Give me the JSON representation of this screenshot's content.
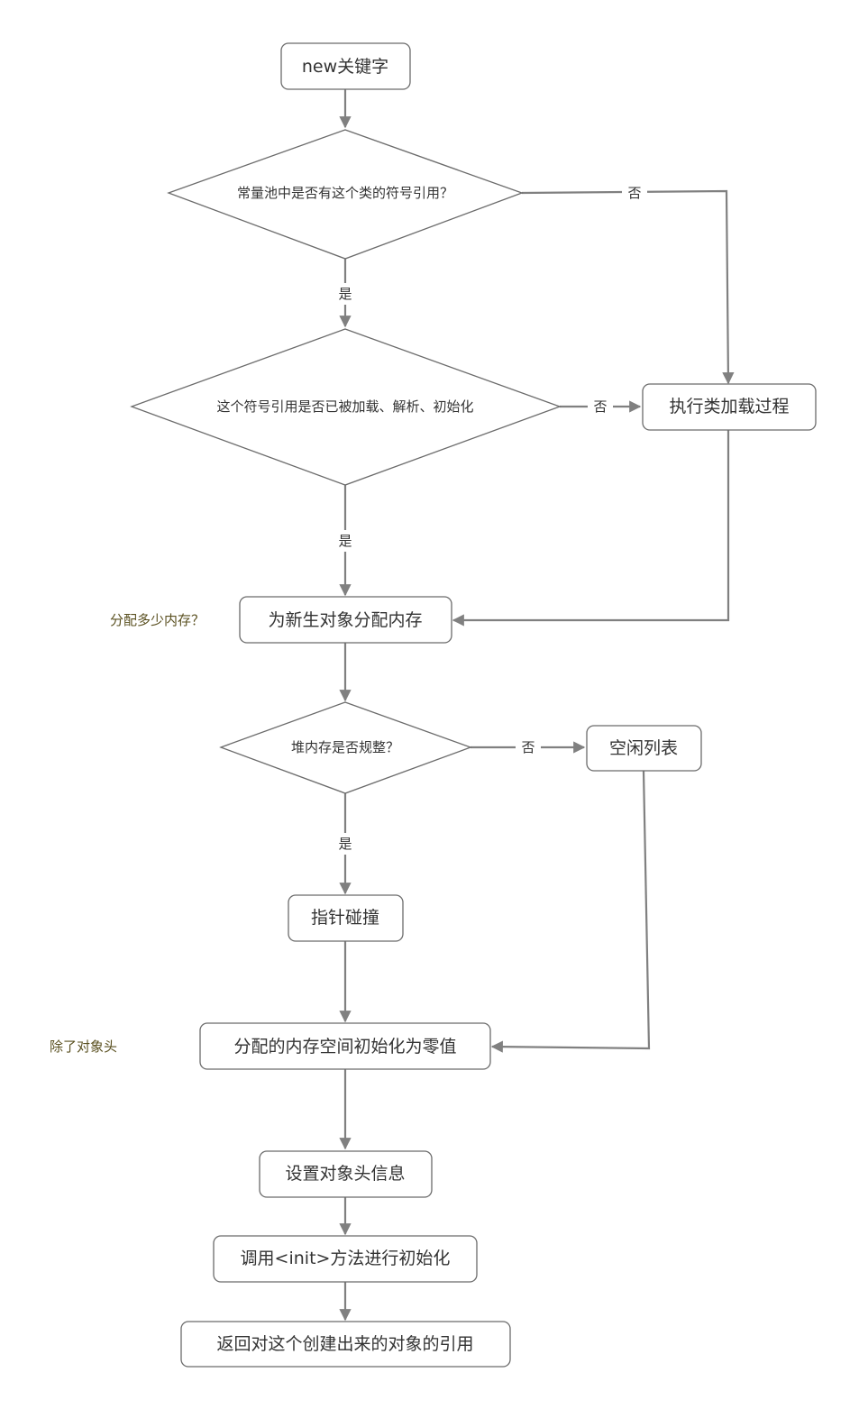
{
  "nodes": {
    "new_keyword": "new关键字",
    "q_constant_pool": "常量池中是否有这个类的符号引用？",
    "q_loaded": "这个符号引用是否已被加载、解析、初始化",
    "class_loading": "执行类加载过程",
    "allocate_memory": "为新生对象分配内存",
    "q_heap_regular": "堆内存是否规整？",
    "free_list": "空闲列表",
    "pointer_bump": "指针碰撞",
    "zero_init": "分配的内存空间初始化为零值",
    "set_header": "设置对象头信息",
    "call_init": "调用<init>方法进行初始化",
    "return_ref": "返回对这个创建出来的对象的引用"
  },
  "edge_labels": {
    "q1_no": "否",
    "q1_yes": "是",
    "q2_no": "否",
    "q2_yes": "是",
    "q3_no": "否",
    "q3_yes": "是"
  },
  "notes": {
    "alloc_note": "分配多少内存？",
    "zero_note": "除了对象头"
  },
  "colors": {
    "arrow": "#808080",
    "border": "#6b6b6b",
    "note_text": "#5a5020"
  }
}
